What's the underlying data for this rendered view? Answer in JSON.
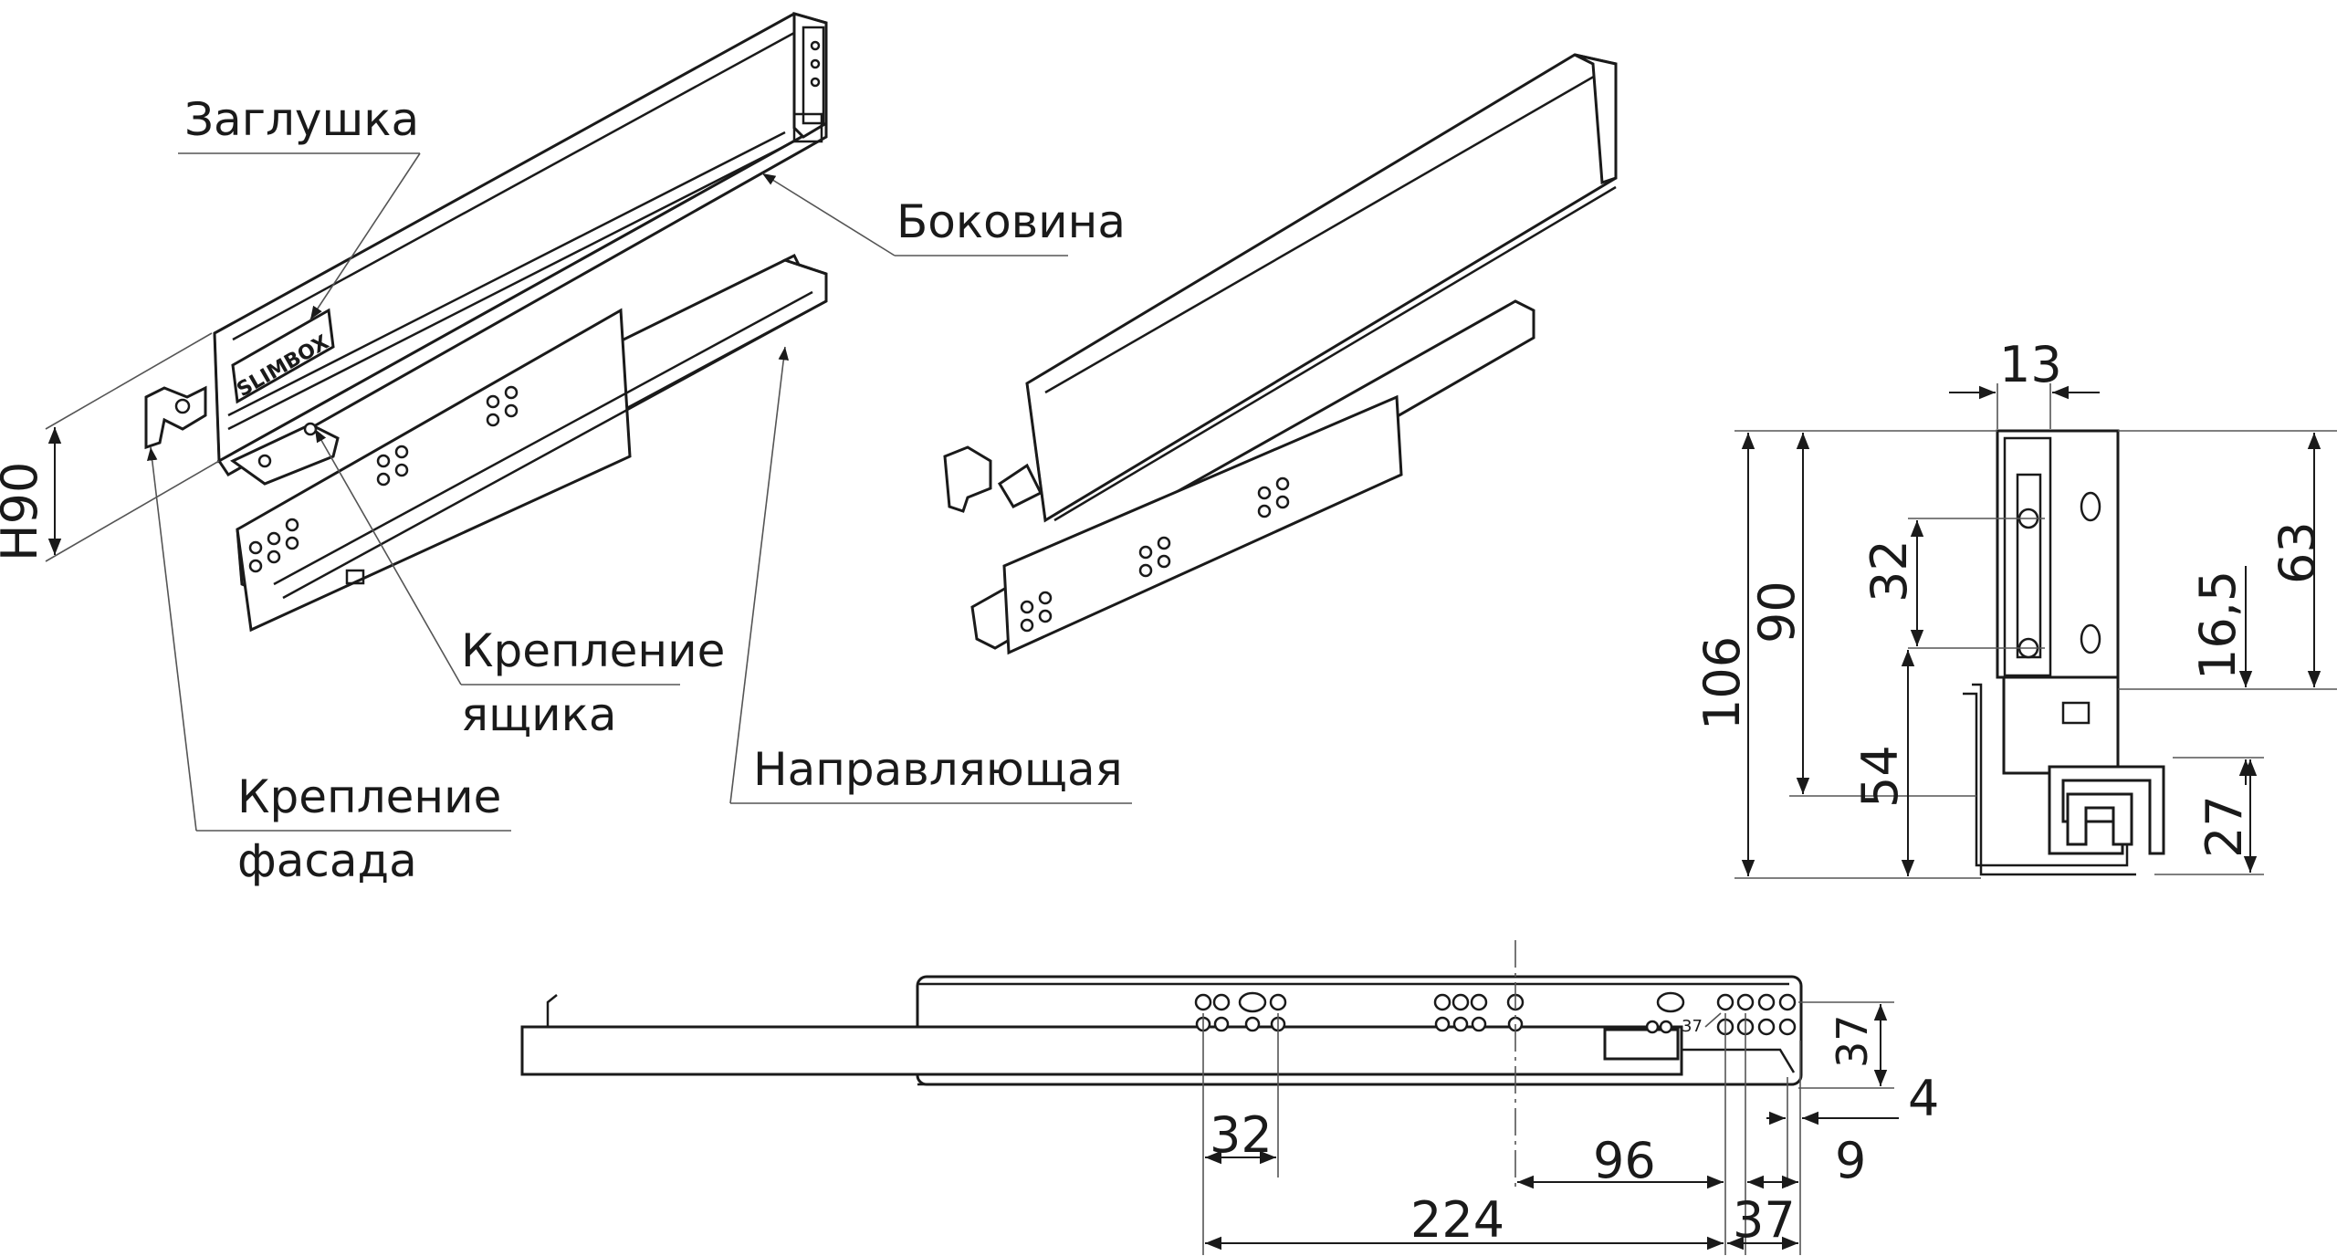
{
  "labels": {
    "cap": "Заглушка",
    "side_panel": "Боковина",
    "drawer_mount_line1": "Крепление",
    "drawer_mount_line2": "ящика",
    "runner": "Направляющая",
    "front_mount_line1": "Крепление",
    "front_mount_line2": "фасада",
    "height": "H90",
    "brand": "SLIMBOX"
  },
  "dimensions_section": {
    "width_top": "13",
    "total_height": "106",
    "side_height": "90",
    "hole_spacing": "32",
    "lower_height": "54",
    "right_height": "63",
    "offset": "16,5",
    "rail_height": "27"
  },
  "dimensions_runner": {
    "height_right": "37",
    "gap": "4",
    "offset_9": "9",
    "spacing_32": "32",
    "spacing_96": "96",
    "spacing_224": "224",
    "spacing_37": "37",
    "small_37": "37"
  }
}
